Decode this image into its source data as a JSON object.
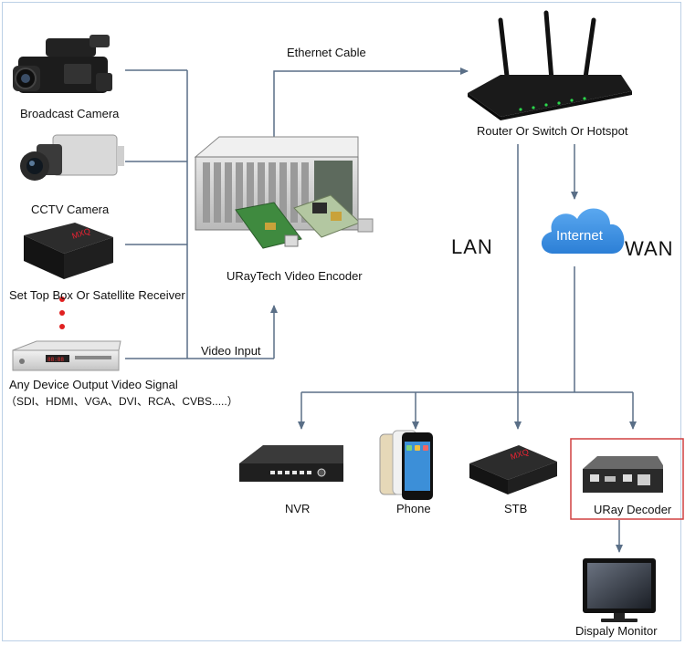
{
  "devices": {
    "broadcast_camera": "Broadcast Camera",
    "cctv_camera": "CCTV Camera",
    "set_top_box": "Set Top Box Or Satellite Receiver",
    "any_device_line1": "Any Device Output Video Signal",
    "any_device_line2": "（SDI、HDMI、VGA、DVI、RCA、CVBS.....）",
    "encoder": "URayTech Video Encoder",
    "router": "Router Or Switch Or Hotspot",
    "nvr": "NVR",
    "phone": "Phone",
    "stb": "STB",
    "decoder": "URay Decoder",
    "monitor": "Dispaly Monitor"
  },
  "connections": {
    "ethernet": "Ethernet Cable",
    "video_input": "Video Input",
    "lan": "LAN",
    "wan": "WAN",
    "internet": "Internet"
  },
  "colors": {
    "line": "#5a6f87",
    "cloud": "#3d8fe0",
    "decoder_border": "#d04040",
    "device_dark": "#1e1e1e",
    "dot_red": "#e02020"
  }
}
